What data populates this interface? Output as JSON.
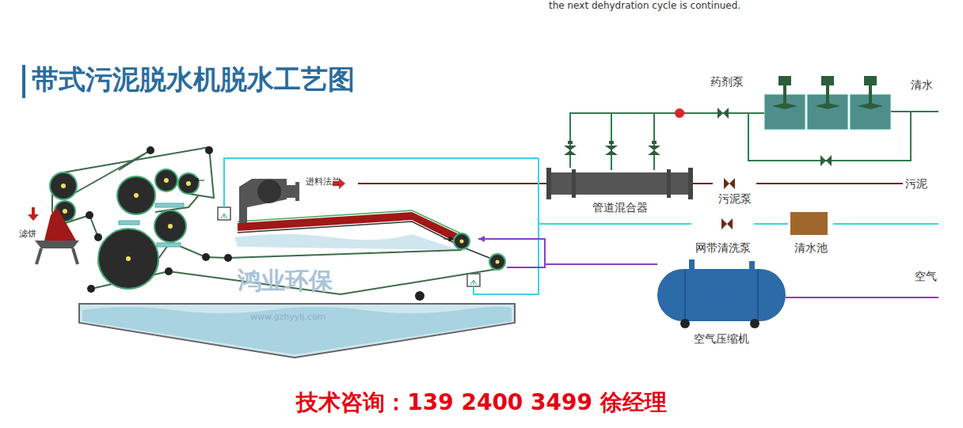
{
  "diagram": {
    "title": "带式污泥脱水机脱水工艺图",
    "caption": "技术咨询：139 2400 3499 徐经理",
    "nodes": [
      {
        "text": [
          "药剂泵"
        ]
      },
      {
        "text": [
          "管道混合器"
        ]
      },
      {
        "text": [
          "污泥泵"
        ]
      },
      {
        "text": [
          "网带清洗泵"
        ]
      },
      {
        "text": [
          "清水池"
        ]
      },
      {
        "text": [
          "空气压缩机"
        ]
      }
    ],
    "edges": [
      {
        "from": 0,
        "to": 1,
        "arrow": "none"
      },
      {
        "from": 2,
        "to": 1,
        "arrow": "none"
      },
      {
        "from": 4,
        "to": 3,
        "arrow": "none"
      }
    ],
    "labels": [
      "the next dehydration cycle is continued.",
      "清水",
      "进料法兰",
      "污泥",
      "空气",
      "滤饼",
      "鸿业环保",
      "www.gzhyylj.com"
    ]
  }
}
